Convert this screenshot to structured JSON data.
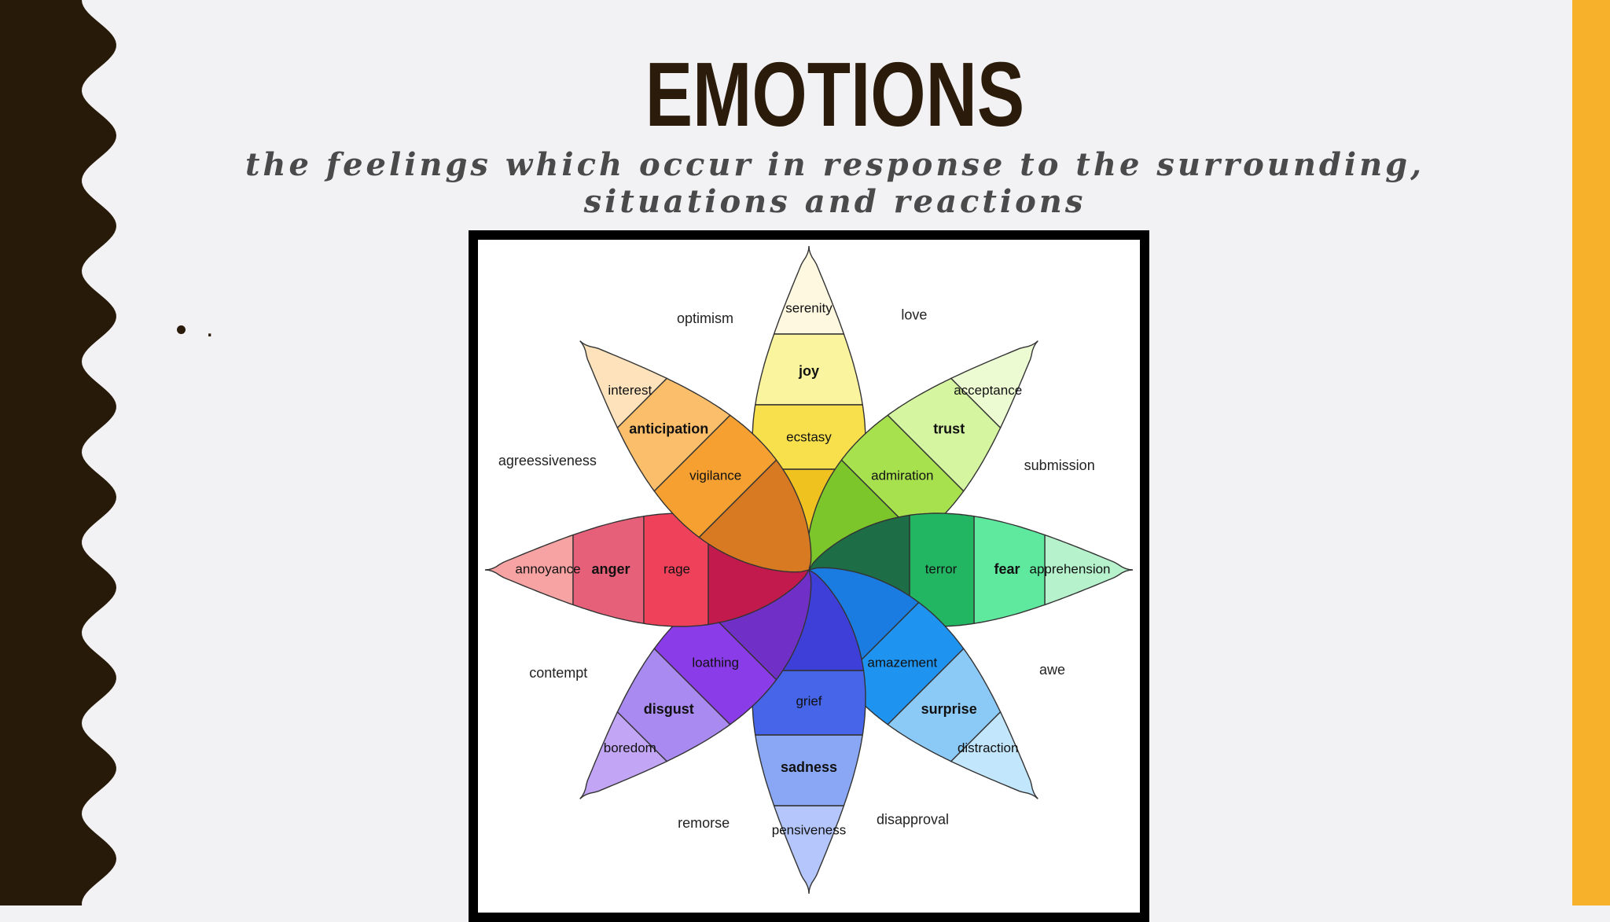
{
  "slide": {
    "title": "EMOTIONS",
    "subtitle": "the feelings which occur in response to the surrounding, situations and reactions",
    "bullet_text": "."
  },
  "colors": {
    "left_border": "#271a09",
    "right_bar": "#f7b12a",
    "title": "#2a1b0b"
  },
  "wheel": {
    "petals": [
      {
        "name": "joy",
        "colors": [
          "#fdf8df",
          "#fbf49e",
          "#f8e04c",
          "#f0c220"
        ],
        "labels": [
          "serenity",
          "joy",
          "ecstasy"
        ]
      },
      {
        "name": "trust",
        "colors": [
          "#edfbd3",
          "#d6f5a0",
          "#a7e14e",
          "#7cc52a"
        ],
        "labels": [
          "acceptance",
          "trust",
          "admiration"
        ]
      },
      {
        "name": "fear",
        "colors": [
          "#b6f3cd",
          "#5ee99f",
          "#22b562",
          "#1d6e46"
        ],
        "labels": [
          "apprehension",
          "fear",
          "terror"
        ]
      },
      {
        "name": "surprise",
        "colors": [
          "#c2e6fb",
          "#8bc9f6",
          "#1f93f0",
          "#1a7ce0"
        ],
        "labels": [
          "distraction",
          "surprise",
          "amazement"
        ]
      },
      {
        "name": "sadness",
        "colors": [
          "#b4c6fb",
          "#8aa7f5",
          "#4665e8",
          "#3d3fd8"
        ],
        "labels": [
          "pensiveness",
          "sadness",
          "grief"
        ]
      },
      {
        "name": "disgust",
        "colors": [
          "#c2a6f5",
          "#a98af0",
          "#8a3ce8",
          "#7030c8"
        ],
        "labels": [
          "boredom",
          "disgust",
          "loathing"
        ]
      },
      {
        "name": "anger",
        "colors": [
          "#f7a3a3",
          "#e7607a",
          "#f0415a",
          "#c21a4d"
        ],
        "labels": [
          "annoyance",
          "anger",
          "rage"
        ]
      },
      {
        "name": "anticipation",
        "colors": [
          "#fde2bb",
          "#fbbe6a",
          "#f5a030",
          "#d77a22"
        ],
        "labels": [
          "interest",
          "anticipation",
          "vigilance"
        ]
      }
    ],
    "dyads": [
      "love",
      "submission",
      "awe",
      "disapproval",
      "remorse",
      "contempt",
      "agreessiveness",
      "optimism"
    ]
  }
}
